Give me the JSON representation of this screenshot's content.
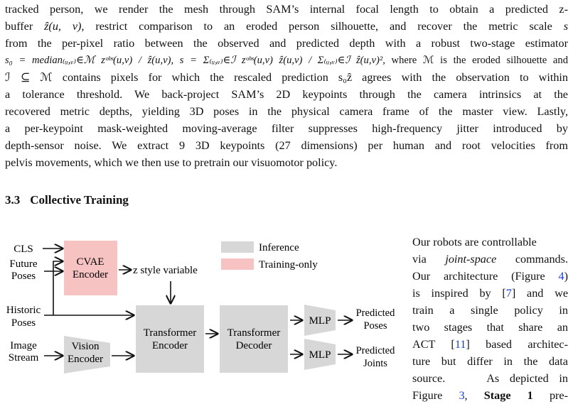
{
  "paragraph": {
    "line1": "tracked person, we render the mesh through SAM’s internal focal length to obtain a predicted z-",
    "line2_a": "buffer ",
    "line2_m": "ẑ(u, v)",
    "line2_b": ", restrict comparison to an eroded person silhouette, and recover the metric scale ",
    "line2_s": "s",
    "line3": "from the per-pixel ratio between the observed and predicted depth with a robust two-stage estimator",
    "line4_formula": "s₀ = median₍ᵤ,ᵥ₎∈ℳ zᵒᵇˢ(u,v) / ẑ(u,v), s = Σ₍ᵤ,ᵥ₎∈ℐ zᵒᵇˢ(u,v) ẑ(u,v) / Σ₍ᵤ,ᵥ₎∈ℐ ẑ(u,v)²",
    "line4_text": ", where ℳ is the eroded silhouette and",
    "line5": "ℐ ⊆ ℳ contains pixels for which the rescaled prediction s₀ẑ agrees with the observation to within",
    "line6": "a tolerance threshold. We back-project SAM’s 2D keypoints through the camera intrinsics at the",
    "line7": "recovered metric depths, yielding 3D poses in the physical camera frame of the master view. Lastly,",
    "line8": "a per-keypoint mask-weighted moving-average filter suppresses high-frequency jitter introduced by",
    "line9": "depth-sensor noise. We extract 9 3D keypoints (27 dimensions) per human and root velocities from",
    "line10": "pelvis movements, which we then use to pretrain our visuomotor policy."
  },
  "section": {
    "number": "3.3",
    "title": "Collective Training"
  },
  "sidecol": {
    "l1": "Our robots are controllable",
    "l2_a": "via ",
    "l2_em": "joint-space",
    "l2_b": " commands.",
    "l3_a": "Our architecture (Figure ",
    "l3_ref": "4",
    "l3_b": ")",
    "l4_a": "is inspired by [",
    "l4_ref": "7",
    "l4_b": "] and we",
    "l5": "train a single policy in",
    "l6": "two stages that share an",
    "l7_a": "ACT [",
    "l7_ref": "11",
    "l7_b": "] based architec-",
    "l8": "ture but differ in the data",
    "l9": "source.    As depicted in",
    "l10_a": "Figure ",
    "l10_ref": "3",
    "l10_b": ", ",
    "l10_bold": "Stage 1",
    "l10_c": " pre-"
  },
  "figure": {
    "legend_inference": "Inference",
    "legend_training": "Training-only",
    "cls": "CLS",
    "future_poses_1": "Future",
    "future_poses_2": "Poses",
    "historic_poses_1": "Historic",
    "historic_poses_2": "Poses",
    "image_stream_1": "Image",
    "image_stream_2": "Stream",
    "cvae_1": "CVAE",
    "cvae_2": "Encoder",
    "z_style": "z style variable",
    "vision_1": "Vision",
    "vision_2": "Encoder",
    "tenc_1": "Transformer",
    "tenc_2": "Encoder",
    "tdec_1": "Transformer",
    "tdec_2": "Decoder",
    "mlp_top": "MLP",
    "mlp_bottom": "MLP",
    "pred_poses_1": "Predicted",
    "pred_poses_2": "Poses",
    "pred_joints_1": "Predicted",
    "pred_joints_2": "Joints",
    "colors": {
      "inference": "#d7d7d7",
      "training": "#f7c2c2",
      "link": "#1a3fd6"
    }
  }
}
